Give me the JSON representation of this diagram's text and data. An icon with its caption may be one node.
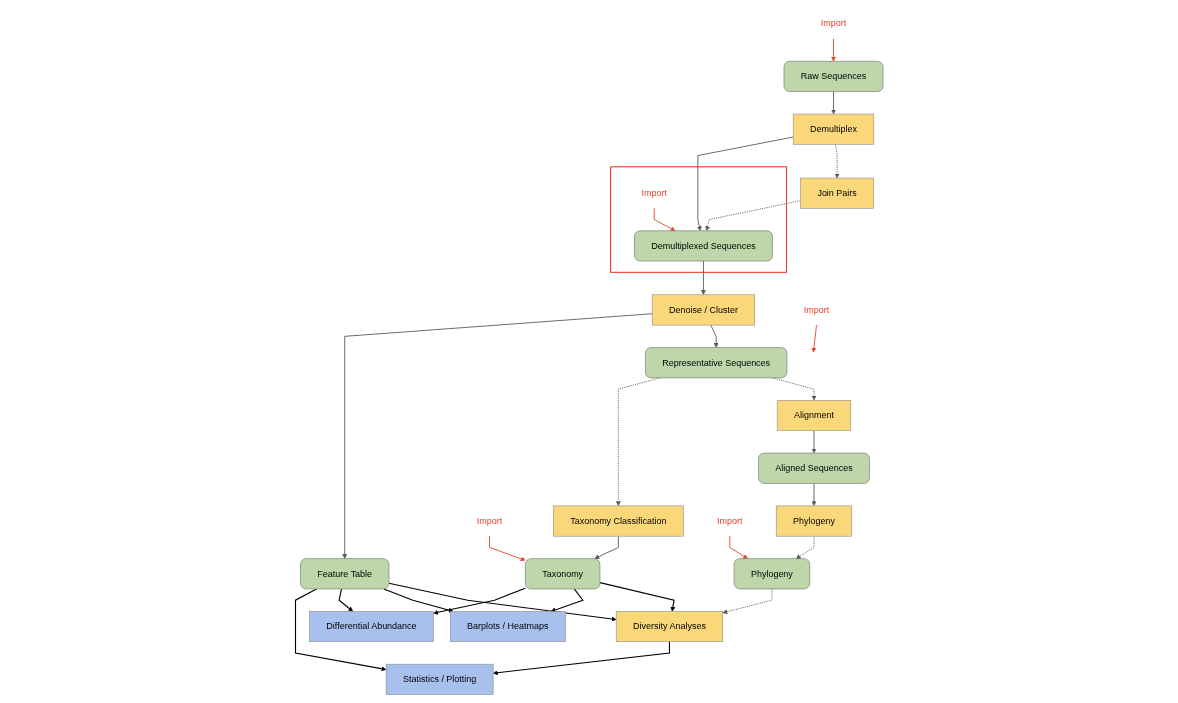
{
  "diagram": {
    "nodes": [
      {
        "text": [
          "Import"
        ]
      },
      {
        "text": [
          "Raw Sequences"
        ]
      },
      {
        "text": [
          "Demultiplex"
        ]
      },
      {
        "text": [],
        "shape": "box"
      },
      {
        "text": [
          "Import"
        ],
        "in": 3
      },
      {
        "text": [
          "Demultiplexed Sequences"
        ],
        "in": 3
      },
      {
        "text": [
          "Denoise / Cluster"
        ]
      },
      {
        "text": [
          "Import"
        ]
      },
      {
        "text": [
          "Join Pairs"
        ]
      },
      {
        "text": [
          "Feature Table"
        ]
      },
      {
        "text": [
          "Representative Sequences"
        ]
      },
      {
        "text": [
          "Statistics / Plotting"
        ]
      },
      {
        "text": [
          "Differential Abundance"
        ]
      },
      {
        "text": [
          "Taxonomy Classification"
        ]
      },
      {
        "text": [
          "Alignment"
        ]
      },
      {
        "text": [
          "Barplots / Heatmaps"
        ]
      },
      {
        "text": [
          "Import"
        ]
      },
      {
        "text": [
          "Taxonomy"
        ]
      },
      {
        "text": [
          "Aligned Sequences"
        ]
      },
      {
        "text": [
          "Diversity Analyses"
        ]
      },
      {
        "text": [
          "Phylogeny"
        ]
      },
      {
        "text": [
          "Phylogeny"
        ]
      },
      {
        "text": [
          "Import"
        ]
      }
    ],
    "edges": [
      {
        "from": 0,
        "to": 1,
        "arrow": "to",
        "color": "#e8432e"
      },
      {
        "from": 1,
        "to": 2,
        "arrow": "to"
      },
      {
        "from": 2,
        "to": 5,
        "arrow": "to"
      },
      {
        "from": 4,
        "to": 5,
        "arrow": "to",
        "color": "#e8432e"
      },
      {
        "from": 5,
        "to": 6,
        "arrow": "to"
      },
      {
        "from": 2,
        "to": 8,
        "arrow": "to",
        "style": "dashed"
      },
      {
        "from": 8,
        "to": 5,
        "arrow": "to",
        "style": "dashed"
      },
      {
        "from": 6,
        "to": 9,
        "arrow": "to"
      },
      {
        "from": 6,
        "to": 10,
        "arrow": "to"
      },
      {
        "from": 7,
        "to": null,
        "arrow": "to",
        "color": "#e8432e"
      },
      {
        "from": 9,
        "to": 11,
        "arrow": "to",
        "color": "#000000"
      },
      {
        "from": 19,
        "to": 11,
        "arrow": "to",
        "color": "#000000"
      },
      {
        "from": 9,
        "to": 12,
        "arrow": "to",
        "color": "#000000"
      },
      {
        "from": 9,
        "to": 15,
        "arrow": "to",
        "color": "#000000"
      },
      {
        "from": 9,
        "to": 19,
        "arrow": "to",
        "color": "#000000"
      },
      {
        "from": 17,
        "to": 12,
        "arrow": "to",
        "color": "#000000"
      },
      {
        "from": 17,
        "to": 15,
        "arrow": "to",
        "color": "#000000"
      },
      {
        "from": 17,
        "to": 19,
        "arrow": "to",
        "color": "#000000"
      },
      {
        "from": 10,
        "to": 13,
        "arrow": "to",
        "style": "dashed"
      },
      {
        "from": 10,
        "to": 14,
        "arrow": "to",
        "style": "dashed"
      },
      {
        "from": 16,
        "to": 17,
        "arrow": "to",
        "color": "#e8432e"
      },
      {
        "from": 13,
        "to": 17,
        "arrow": "to"
      },
      {
        "from": 14,
        "to": 18,
        "arrow": "to"
      },
      {
        "from": 18,
        "to": 21,
        "arrow": "to"
      },
      {
        "from": 21,
        "to": 20,
        "arrow": "to",
        "style": "dashed"
      },
      {
        "from": 20,
        "to": 19,
        "arrow": "to",
        "style": "dashed"
      },
      {
        "from": 22,
        "to": 20,
        "arrow": "to",
        "color": "#e8432e"
      }
    ]
  }
}
